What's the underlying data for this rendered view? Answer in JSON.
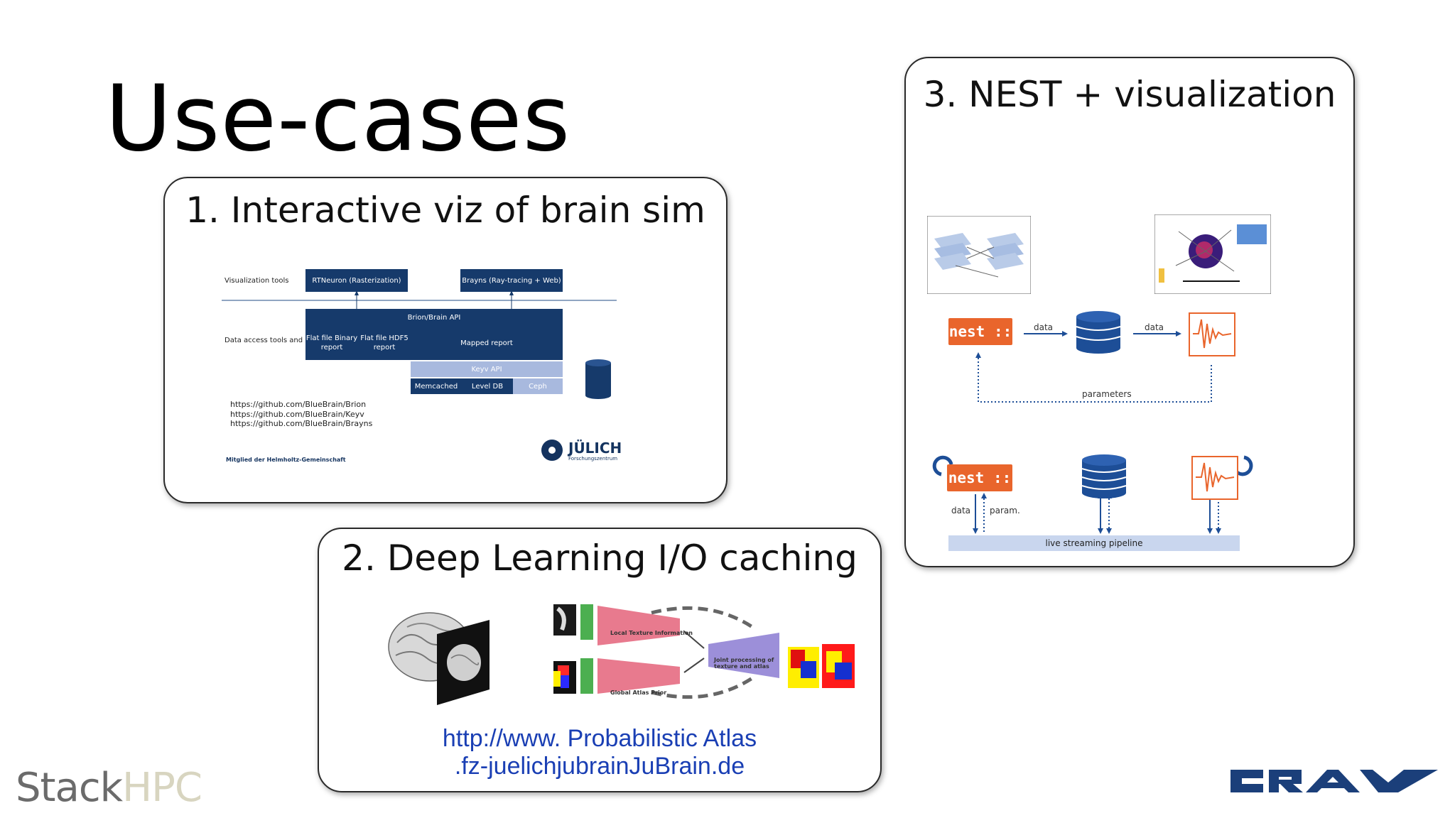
{
  "slide": {
    "title": "Use-cases"
  },
  "card1": {
    "title": "1. Interactive viz of brain sim",
    "diagram": {
      "row1_label": "Visualization tools",
      "row2_label": "Data access tools and libraries",
      "rtneuron": "RTNeuron (Rasterization)",
      "brayns": "Brayns (Ray-tracing + Web)",
      "brion_api": "Brion/Brain API",
      "flat_binary": "Flat file Binary report",
      "flat_hdf5": "Flat file HDF5 report",
      "mapped_report": "Mapped report",
      "keyv_api": "Keyv API",
      "memcached": "Memcached",
      "level_db": "Level DB",
      "ceph": "Ceph"
    },
    "links": [
      "https://github.com/BlueBrain/Brion",
      "https://github.com/BlueBrain/Keyv",
      "https://github.com/BlueBrain/Brayns"
    ],
    "footer": "Mitglied der Helmholtz-Gemeinschaft",
    "logo_name": "JÜLICH",
    "logo_sub": "Forschungszentrum"
  },
  "card2": {
    "title": "2. Deep Learning I/O caching",
    "pipeline": {
      "local_texture": "Local Texture Information",
      "global_atlas": "Global Atlas Prior",
      "joint": "Joint processing of texture and atlas"
    },
    "url_line1": "http://www. Probabilistic Atlas",
    "url_line2": ".fz-juelichjubrainJuBrain.de"
  },
  "card3": {
    "title": "3. NEST + visualization",
    "nest_label": "nest ::",
    "data_label_1": "data",
    "data_label_2": "data",
    "parameters_label": "parameters",
    "data_label_3": "data",
    "param_label": "param.",
    "streaming_label": "live streaming pipeline"
  },
  "branding": {
    "stack": "Stack",
    "hpc": "HPC",
    "cray": "CRAY"
  },
  "colors": {
    "nest_orange": "#e9652c",
    "navy": "#163a6b",
    "db_blue": "#1d4e97",
    "url_blue": "#1a3fb4"
  }
}
